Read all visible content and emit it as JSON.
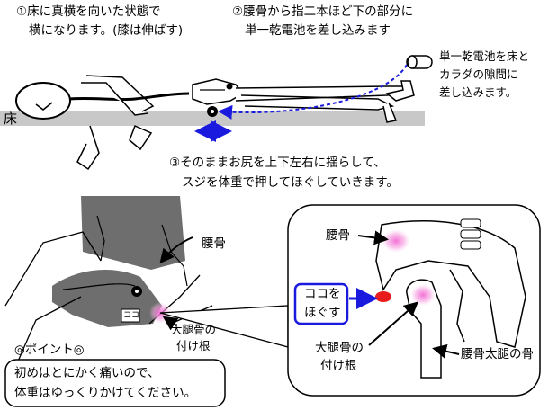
{
  "steps": {
    "step1": {
      "line1": "①床に真横を向いた状態で",
      "line2": "横になります。(膝は伸ばす)"
    },
    "step2": {
      "line1": "②腰骨から指二本ほど下の部分に",
      "line2": "単一乾電池を差し込みます"
    },
    "step3": {
      "line1": "③そのままお尻を上下左右に揺らして、",
      "line2": "スジを体重で押してほぐしていきます。"
    }
  },
  "labels": {
    "floor": "床",
    "battery_note": {
      "line1": "単一乾電池を床と",
      "line2": "カラダの隙間に",
      "line3": "差し込みます。"
    },
    "hip_bone": "腰骨",
    "koko": "ココ",
    "femur_root": {
      "line1": "大腿骨の",
      "line2": "付け根"
    },
    "detail_hip_bone": "腰骨",
    "koko_massage": {
      "line1": "ココを",
      "line2": "ほぐす"
    },
    "detail_femur_root": {
      "line1": "大腿骨の",
      "line2": "付け根"
    },
    "hip_femur_bone": "腰骨太腿の骨"
  },
  "point": {
    "heading": "◎ポイント◎",
    "line1": "初めはとにかく痛いので、",
    "line2": "体重はゆっくりかけてください。"
  },
  "colors": {
    "arrow_blue": "#1a1adf",
    "battery_red": "#e81c1c",
    "highlight_pink": "#f26ad4",
    "floor_gray": "#c8c8c8",
    "body_gray": "#6e6e6e"
  }
}
